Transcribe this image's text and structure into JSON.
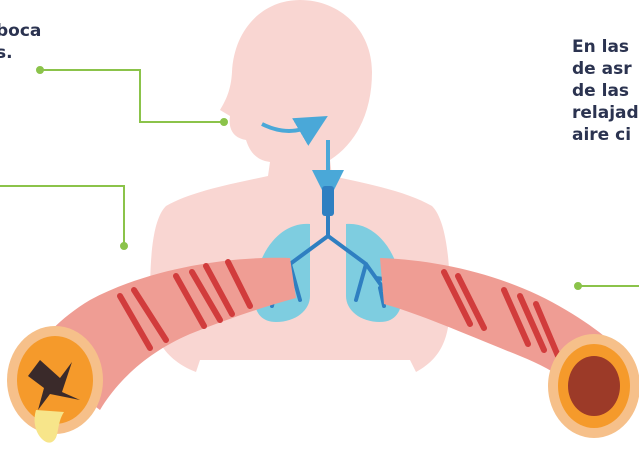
{
  "labels": {
    "left_line_1": "boca",
    "left_line_2": "s.",
    "right_line_1": "En las",
    "right_line_2": "de asr",
    "right_line_3": "de las",
    "right_line_4": "relajad",
    "right_line_5": "aire ci"
  },
  "colors": {
    "body": "#f9d6d2",
    "lung": "#7ecde0",
    "bronchi": "#2f7fc1",
    "airway": "#ef9d94",
    "muscle": "#d13c3c",
    "leader_line": "#8bc34a",
    "text": "#2b3350"
  }
}
